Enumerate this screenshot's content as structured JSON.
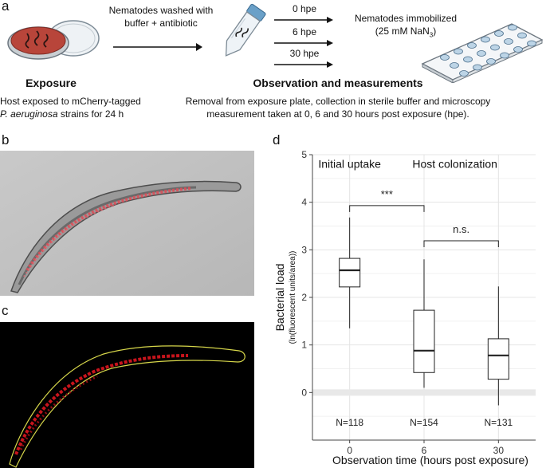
{
  "panel_a": {
    "letter": "a",
    "wash_step": [
      "Nematodes washed with",
      "buffer + antibiotic"
    ],
    "timepoints": [
      "0 hpe",
      "6 hpe",
      "30 hpe"
    ],
    "immobilized": [
      "Nematodes immobilized",
      "(25 mM NaN",
      "3",
      ")"
    ],
    "exposure_heading": "Exposure",
    "exposure_desc": [
      "Host exposed to mCherry-tagged",
      "P. aeruginosa",
      " strains for 24 h"
    ],
    "observation_heading": "Observation and measurements",
    "observation_desc": [
      "Removal from exposure plate, collection in sterile buffer and microscopy",
      "measurement taken at 0, 6 and 30 hours post exposure (hpe)."
    ]
  },
  "panel_b": {
    "letter": "b"
  },
  "panel_c": {
    "letter": "c"
  },
  "panel_d": {
    "letter": "d"
  },
  "chart_data": {
    "type": "box",
    "xlabel": "Observation time (hours post exposure)",
    "ylabel": "Bacterial load",
    "ylabel_sub": "(ln(fluorescent units/area))",
    "ylim": [
      -1,
      5
    ],
    "yticks": [
      0,
      1,
      2,
      3,
      4,
      5
    ],
    "grid": true,
    "categories": [
      "0",
      "6",
      "30"
    ],
    "boxes": [
      {
        "x": "0",
        "whisker_low": 1.35,
        "q1": 2.22,
        "median": 2.57,
        "q3": 2.82,
        "whisker_high": 3.68,
        "n": "N=118"
      },
      {
        "x": "6",
        "whisker_low": 0.1,
        "q1": 0.42,
        "median": 0.88,
        "q3": 1.73,
        "whisker_high": 2.8,
        "n": "N=154"
      },
      {
        "x": "30",
        "whisker_low": -0.27,
        "q1": 0.28,
        "median": 0.78,
        "q3": 1.13,
        "whisker_high": 2.23,
        "n": "N=131"
      }
    ],
    "annotations": [
      {
        "text": "Initial uptake"
      },
      {
        "text": "Host colonization"
      }
    ],
    "comparisons": [
      {
        "from": "0",
        "to": "6",
        "y": 3.93,
        "label": "***"
      },
      {
        "from": "6",
        "to": "30",
        "y": 3.19,
        "label": "n.s."
      }
    ]
  }
}
